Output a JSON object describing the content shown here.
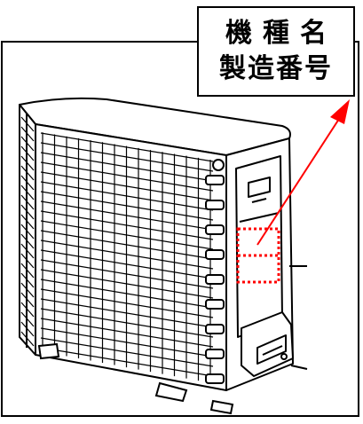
{
  "callout": {
    "line1": "機種名",
    "line2": "製造番号"
  },
  "colors": {
    "arrow": "#ff0000",
    "ink": "#000000",
    "background": "#ffffff"
  },
  "icons": [
    "outdoor-unit-illustration",
    "arrow-icon",
    "label-area-marker"
  ]
}
